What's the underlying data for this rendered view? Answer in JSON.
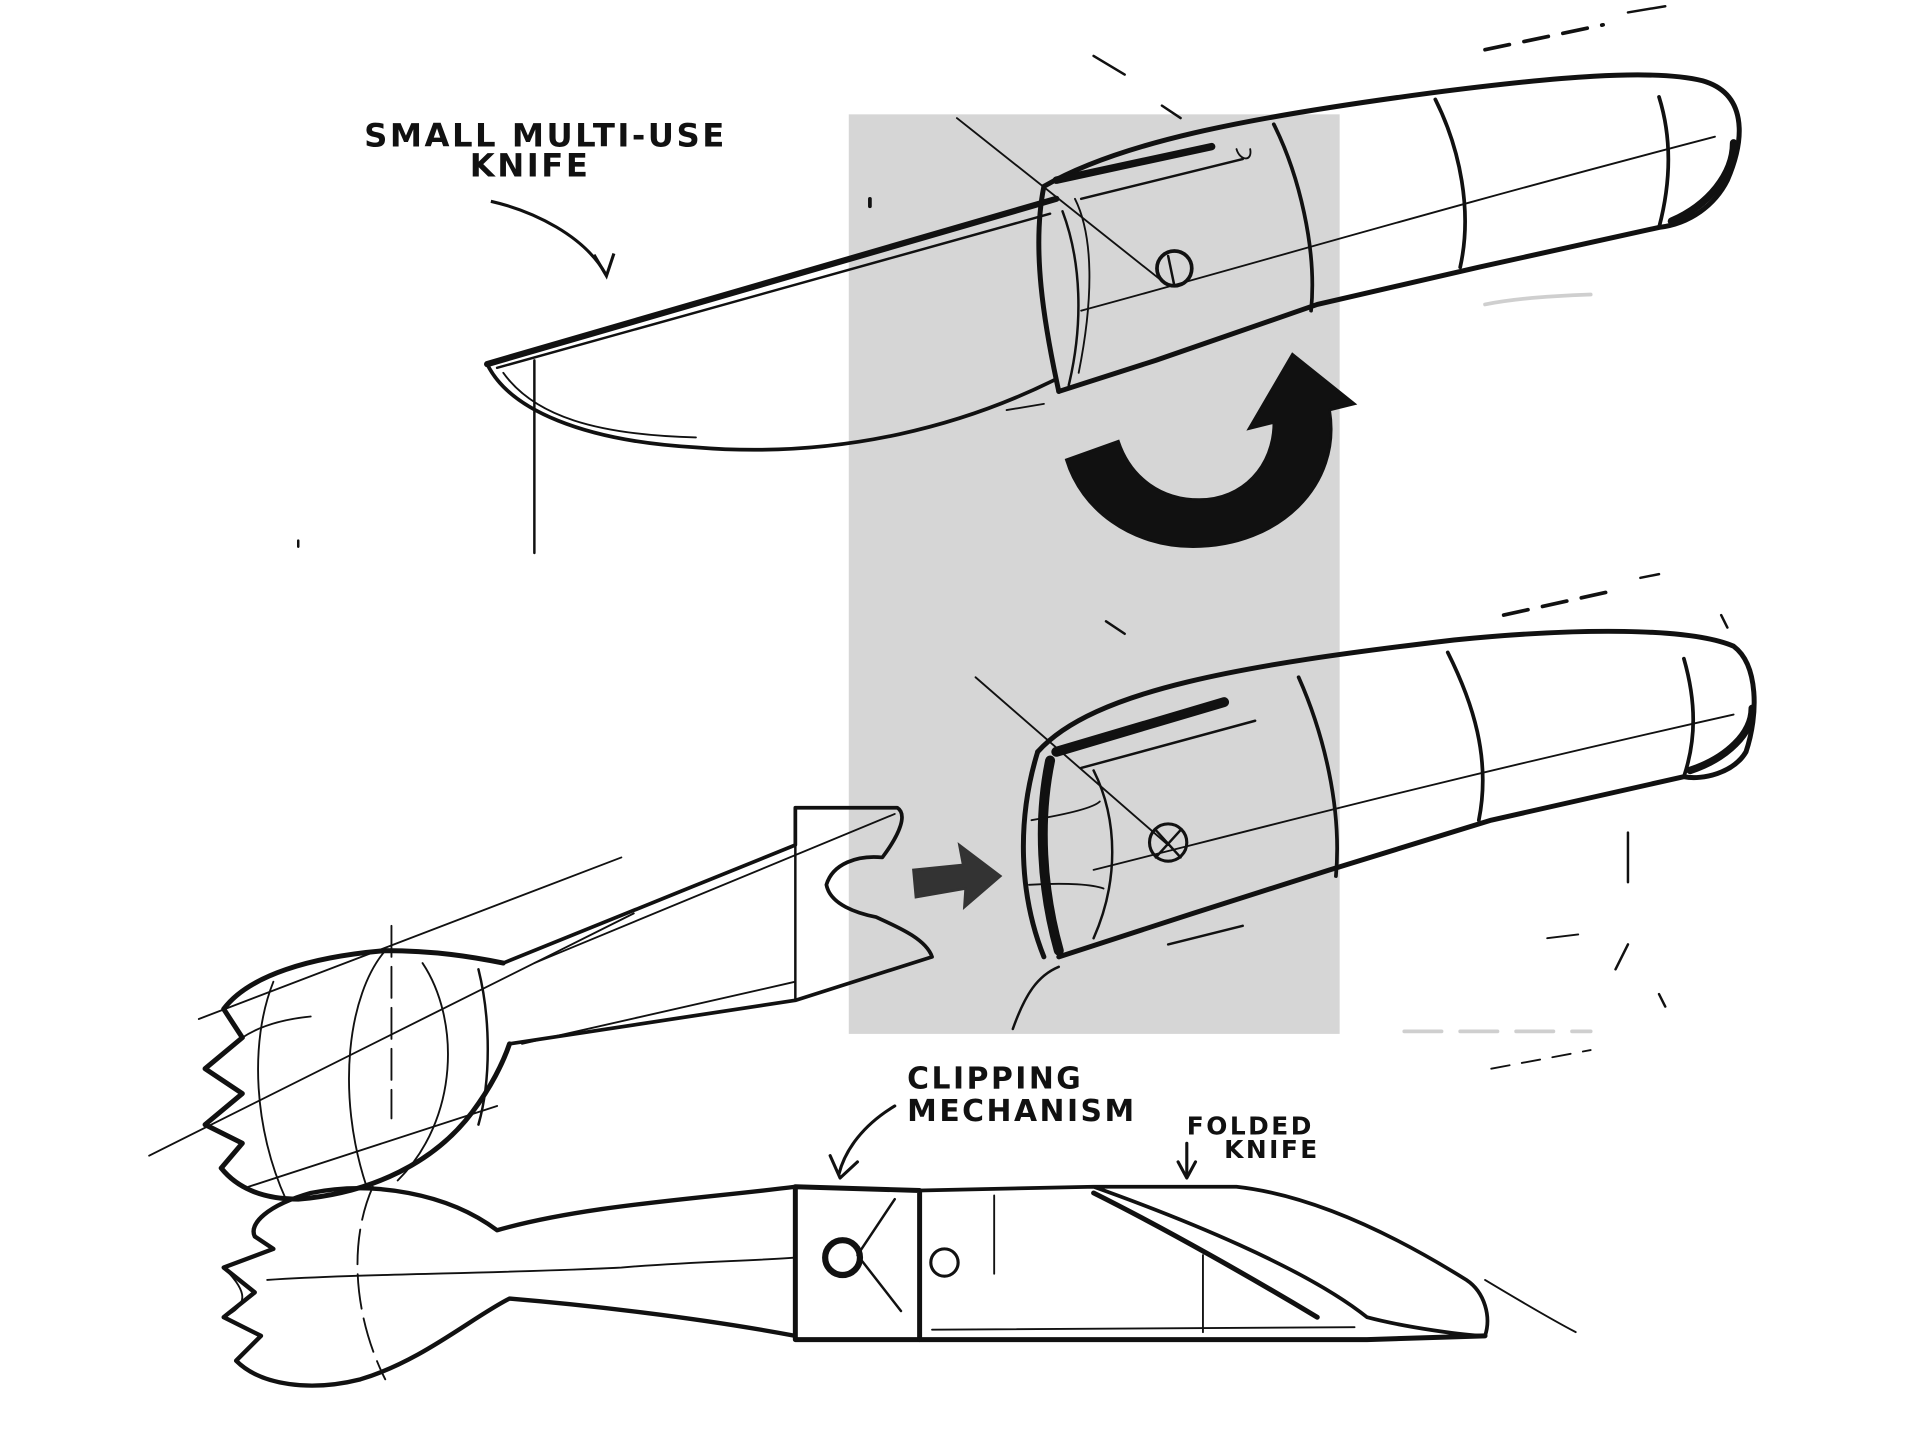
{
  "labels": {
    "knife_line1": "SMALL MULTI-USE",
    "knife_line2": "KNIFE",
    "clip_line1": "CLIPPING",
    "clip_line2": "MECHANISM",
    "folded_line1": "FOLDED",
    "folded_line2": "KNIFE"
  },
  "colors": {
    "ink": "#111111",
    "backdrop": "#d6d6d6",
    "paper": "#ffffff",
    "faint": "#cfcfcf"
  },
  "icons": {
    "rotate": "curved-rotate-arrow-icon",
    "insert": "right-arrow-icon"
  }
}
